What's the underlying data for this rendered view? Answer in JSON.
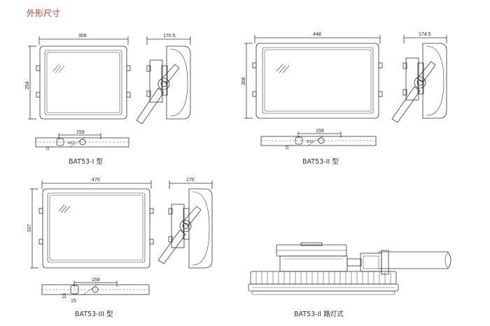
{
  "page": {
    "title": "外形尺寸"
  },
  "models": {
    "m1": {
      "caption": "BAT53-I 型",
      "width": "308",
      "height": "254",
      "depth": "170.5",
      "slot": "159",
      "hole": "Φ12",
      "side": "13"
    },
    "m2": {
      "caption": "BAT53-II 型",
      "width": "448",
      "height": "308",
      "depth": "174.5",
      "slot": "159",
      "hole": "Φ12",
      "side": "13"
    },
    "m3": {
      "caption": "BAT53-III 型",
      "width": "470",
      "height": "337",
      "depth": "170",
      "slot": "159",
      "side": "13",
      "bottom": "15"
    },
    "m4": {
      "caption": "BAT53-II 路灯式"
    }
  }
}
